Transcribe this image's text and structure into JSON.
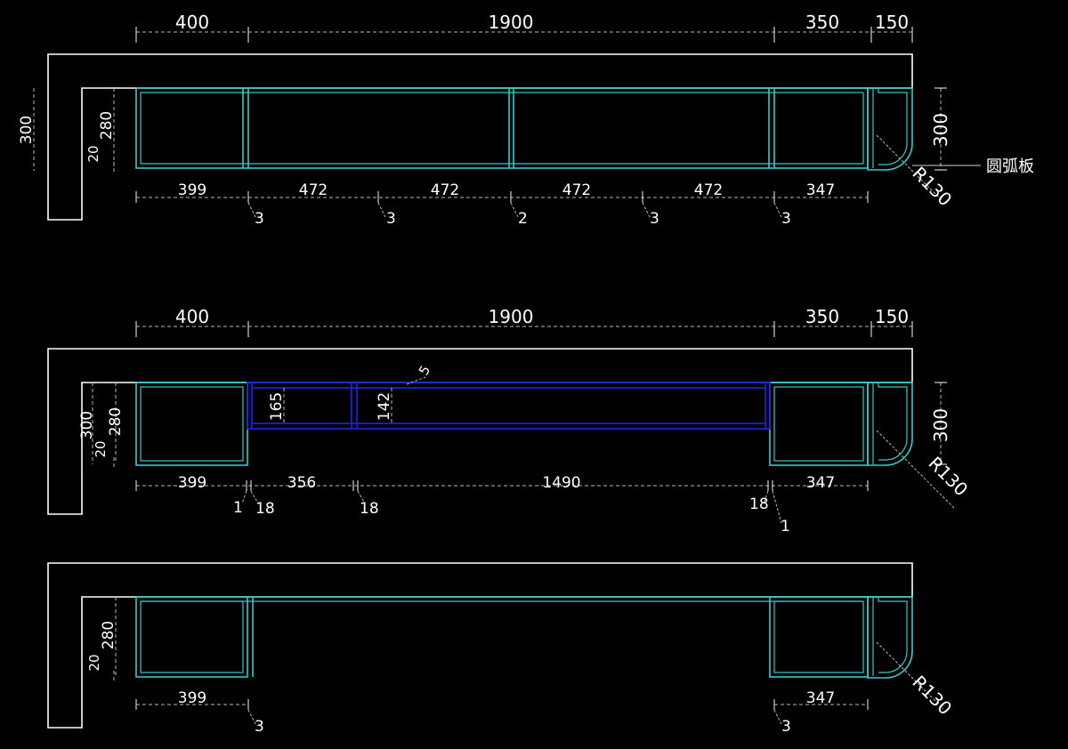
{
  "colors": {
    "background": "#000000",
    "wall": "#ffffff",
    "cabinet": "#33cccc",
    "shelf": "#1a22d6",
    "dimension": "#b8b8b8"
  },
  "drawing1": {
    "top_dims": [
      "400",
      "1900",
      "350",
      "150"
    ],
    "side_dims": {
      "wall_height": "300",
      "cabinet_depth": "280",
      "thickness": "20",
      "right_height": "300"
    },
    "bottom_dims": [
      "399",
      "472",
      "472",
      "472",
      "472",
      "347"
    ],
    "gaps": [
      "3",
      "3",
      "2",
      "3",
      "3"
    ],
    "radius": "R130",
    "annotation": "圆弧板"
  },
  "drawing2": {
    "top_dims": [
      "400",
      "1900",
      "350",
      "150"
    ],
    "side_dims": {
      "wall_height": "300",
      "cabinet_depth": "280",
      "thickness": "20",
      "right_height": "300"
    },
    "bottom_dims": [
      "399",
      "356",
      "1490",
      "347"
    ],
    "gaps": [
      "1",
      "18",
      "18",
      "18",
      "1"
    ],
    "shelf_dims": [
      "165",
      "142",
      "5"
    ],
    "radius": "R130"
  },
  "drawing3": {
    "side_dims": {
      "cabinet_depth": "280",
      "thickness": "20"
    },
    "bottom_dims": [
      "399",
      "347"
    ],
    "gaps": [
      "3",
      "3"
    ],
    "radius": "R130"
  }
}
